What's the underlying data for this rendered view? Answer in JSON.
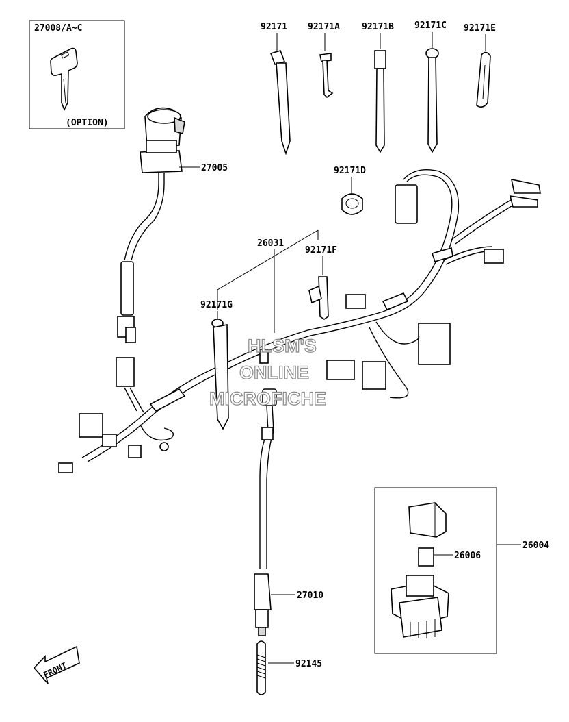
{
  "callouts": {
    "key": "27008/A~C",
    "key_note": "(OPTION)",
    "ignition_switch": "27005",
    "tie_92171": "92171",
    "tie_92171a": "92171A",
    "tie_92171b": "92171B",
    "tie_92171c": "92171C",
    "tie_92171e": "92171E",
    "clamp_92171d": "92171D",
    "harness": "26031",
    "tie_92171f": "92171F",
    "tie_92171g": "92171G",
    "relay_assy": "26004",
    "relay": "26006",
    "sensor": "27010",
    "spring": "92145"
  },
  "watermark": {
    "line1": "HLSM'S",
    "line2": "ONLINE",
    "line3": "MICROFICHE"
  },
  "front_arrow_label": "FRONT"
}
